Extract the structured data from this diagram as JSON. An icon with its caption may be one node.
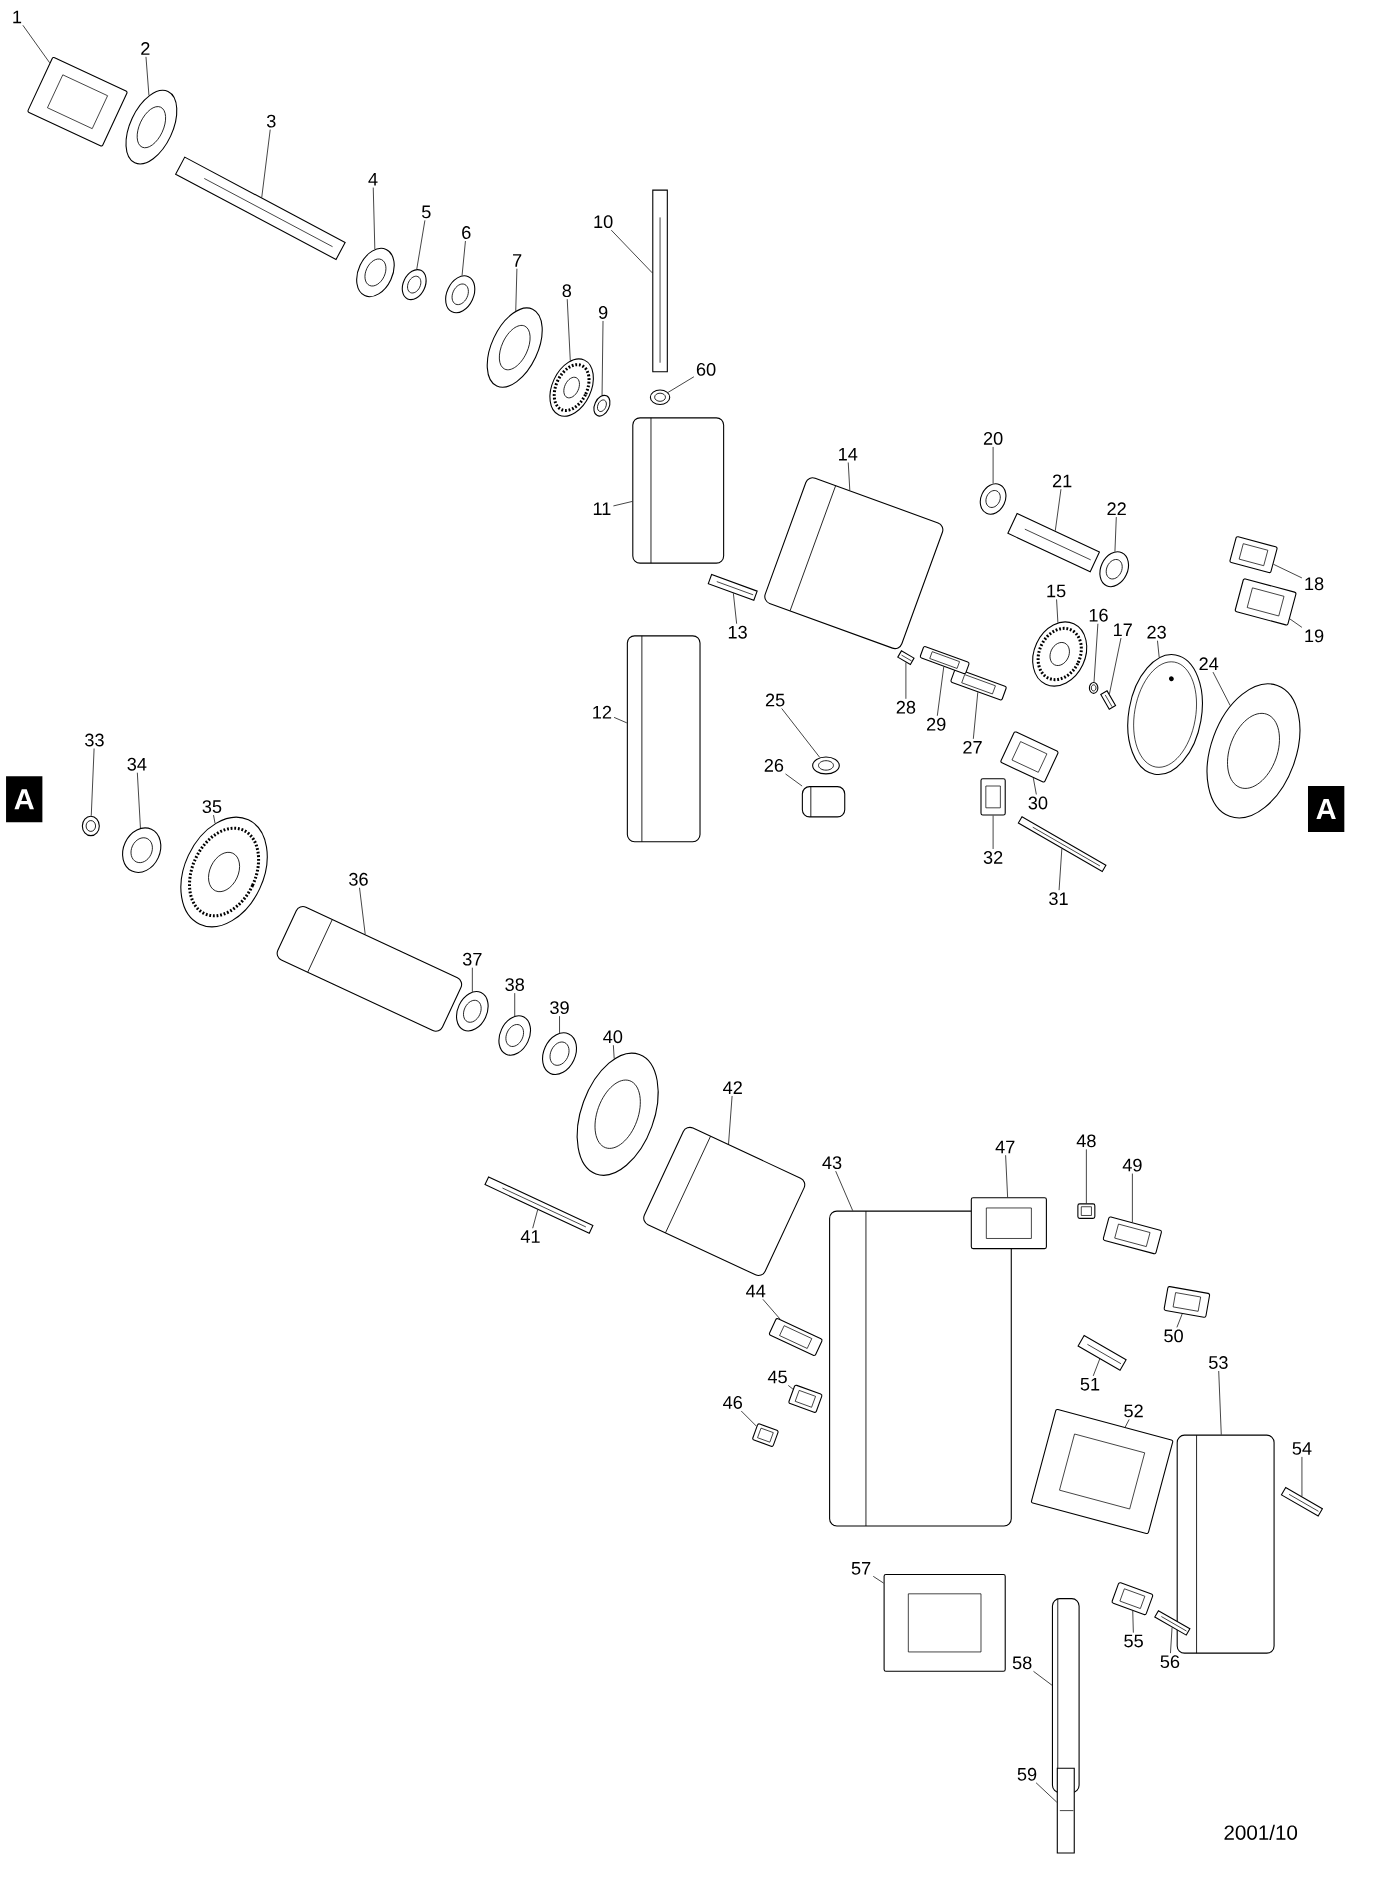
{
  "diagram": {
    "nodes": [
      {
        "text": [
          "A"
        ]
      },
      {
        "text": [
          "A"
        ]
      },
      {
        "text": [
          "1"
        ]
      },
      {
        "text": [],
        "shape": "picture"
      },
      {
        "text": [
          "2"
        ]
      },
      {
        "text": [],
        "shape": "picture"
      },
      {
        "text": [
          "3"
        ]
      },
      {
        "text": [],
        "shape": "picture"
      },
      {
        "text": [
          "4"
        ]
      },
      {
        "text": [],
        "shape": "picture"
      },
      {
        "text": [
          "5"
        ]
      },
      {
        "text": [],
        "shape": "picture"
      },
      {
        "text": [
          "6"
        ]
      },
      {
        "text": [],
        "shape": "picture"
      },
      {
        "text": [
          "7"
        ]
      },
      {
        "text": [],
        "shape": "picture"
      },
      {
        "text": [
          "8"
        ]
      },
      {
        "text": [],
        "shape": "picture"
      },
      {
        "text": [
          "9"
        ]
      },
      {
        "text": [],
        "shape": "picture"
      },
      {
        "text": [
          "10"
        ]
      },
      {
        "text": [],
        "shape": "picture"
      },
      {
        "text": [
          "11"
        ]
      },
      {
        "text": [],
        "shape": "picture"
      },
      {
        "text": [
          "12"
        ]
      },
      {
        "text": [],
        "shape": "picture"
      },
      {
        "text": [
          "13"
        ]
      },
      {
        "text": [],
        "shape": "picture"
      },
      {
        "text": [
          "14"
        ]
      },
      {
        "text": [],
        "shape": "picture"
      },
      {
        "text": [
          "15"
        ]
      },
      {
        "text": [],
        "shape": "picture"
      },
      {
        "text": [
          "16"
        ]
      },
      {
        "text": [],
        "shape": "picture"
      },
      {
        "text": [
          "17"
        ]
      },
      {
        "text": [],
        "shape": "picture"
      },
      {
        "text": [
          "18"
        ]
      },
      {
        "text": [],
        "shape": "picture"
      },
      {
        "text": [
          "19"
        ]
      },
      {
        "text": [],
        "shape": "picture"
      },
      {
        "text": [
          "20"
        ]
      },
      {
        "text": [],
        "shape": "picture"
      },
      {
        "text": [
          "21"
        ]
      },
      {
        "text": [],
        "shape": "picture"
      },
      {
        "text": [
          "22"
        ]
      },
      {
        "text": [],
        "shape": "picture"
      },
      {
        "text": [
          "23"
        ]
      },
      {
        "text": [],
        "shape": "picture"
      },
      {
        "text": [
          "24"
        ]
      },
      {
        "text": [],
        "shape": "picture"
      },
      {
        "text": [
          "25"
        ]
      },
      {
        "text": [],
        "shape": "picture"
      },
      {
        "text": [
          "26"
        ]
      },
      {
        "text": [],
        "shape": "picture"
      },
      {
        "text": [
          "27"
        ]
      },
      {
        "text": [],
        "shape": "picture"
      },
      {
        "text": [
          "28"
        ]
      },
      {
        "text": [],
        "shape": "picture"
      },
      {
        "text": [
          "29"
        ]
      },
      {
        "text": [],
        "shape": "picture"
      },
      {
        "text": [
          "30"
        ]
      },
      {
        "text": [],
        "shape": "picture"
      },
      {
        "text": [
          "31"
        ]
      },
      {
        "text": [],
        "shape": "picture"
      },
      {
        "text": [
          "32"
        ]
      },
      {
        "text": [],
        "shape": "picture"
      },
      {
        "text": [
          "33"
        ]
      },
      {
        "text": [],
        "shape": "picture"
      },
      {
        "text": [
          "34"
        ]
      },
      {
        "text": [],
        "shape": "picture"
      },
      {
        "text": [
          "35"
        ]
      },
      {
        "text": [],
        "shape": "picture"
      },
      {
        "text": [
          "36"
        ]
      },
      {
        "text": [],
        "shape": "picture"
      },
      {
        "text": [
          "37"
        ]
      },
      {
        "text": [],
        "shape": "picture"
      },
      {
        "text": [
          "38"
        ]
      },
      {
        "text": [],
        "shape": "picture"
      },
      {
        "text": [
          "39"
        ]
      },
      {
        "text": [],
        "shape": "picture"
      },
      {
        "text": [
          "40"
        ]
      },
      {
        "text": [],
        "shape": "picture"
      },
      {
        "text": [
          "41"
        ]
      },
      {
        "text": [],
        "shape": "picture"
      },
      {
        "text": [
          "42"
        ]
      },
      {
        "text": [],
        "shape": "picture"
      },
      {
        "text": [
          "43"
        ]
      },
      {
        "text": [],
        "shape": "picture"
      },
      {
        "text": [
          "44"
        ]
      },
      {
        "text": [],
        "shape": "picture"
      },
      {
        "text": [
          "45"
        ]
      },
      {
        "text": [],
        "shape": "picture"
      },
      {
        "text": [
          "46"
        ]
      },
      {
        "text": [],
        "shape": "picture"
      },
      {
        "text": [
          "47"
        ]
      },
      {
        "text": [],
        "shape": "picture"
      },
      {
        "text": [
          "48"
        ]
      },
      {
        "text": [],
        "shape": "picture"
      },
      {
        "text": [
          "49"
        ]
      },
      {
        "text": [],
        "shape": "picture"
      },
      {
        "text": [
          "50"
        ]
      },
      {
        "text": [],
        "shape": "picture"
      },
      {
        "text": [
          "51"
        ]
      },
      {
        "text": [],
        "shape": "picture"
      },
      {
        "text": [
          "52"
        ]
      },
      {
        "text": [],
        "shape": "picture"
      },
      {
        "text": [
          "53"
        ]
      },
      {
        "text": [],
        "shape": "picture"
      },
      {
        "text": [
          "54"
        ]
      },
      {
        "text": [],
        "shape": "picture"
      },
      {
        "text": [
          "55"
        ]
      },
      {
        "text": [],
        "shape": "picture"
      },
      {
        "text": [
          "56"
        ]
      },
      {
        "text": [],
        "shape": "picture"
      },
      {
        "text": [
          "57"
        ]
      },
      {
        "text": [],
        "shape": "picture"
      },
      {
        "text": [
          "58"
        ]
      },
      {
        "text": [],
        "shape": "picture"
      },
      {
        "text": [
          "59"
        ]
      },
      {
        "text": [],
        "shape": "picture"
      },
      {
        "text": [
          "60"
        ]
      },
      {
        "text": [],
        "shape": "picture"
      }
    ],
    "edges": [
      {
        "from": 2,
        "to": 3,
        "arrow": "none"
      },
      {
        "from": 4,
        "to": 5,
        "arrow": "none"
      },
      {
        "from": 6,
        "to": 7,
        "arrow": "none"
      },
      {
        "from": 8,
        "to": 9,
        "arrow": "none"
      },
      {
        "from": 10,
        "to": 11,
        "arrow": "none"
      },
      {
        "from": 12,
        "to": 13,
        "arrow": "none"
      },
      {
        "from": 14,
        "to": 15,
        "arrow": "none"
      },
      {
        "from": 16,
        "to": 17,
        "arrow": "none"
      },
      {
        "from": 18,
        "to": 19,
        "arrow": "none"
      },
      {
        "from": 20,
        "to": 21,
        "arrow": "none"
      },
      {
        "from": 22,
        "to": 23,
        "arrow": "none"
      },
      {
        "from": 24,
        "to": 25,
        "arrow": "none"
      },
      {
        "from": 26,
        "to": 27,
        "arrow": "none"
      },
      {
        "from": 28,
        "to": 29,
        "arrow": "none"
      },
      {
        "from": 30,
        "to": 31,
        "arrow": "none"
      },
      {
        "from": 32,
        "to": 33,
        "arrow": "none"
      },
      {
        "from": 34,
        "to": 35,
        "arrow": "none"
      },
      {
        "from": 36,
        "to": 37,
        "arrow": "none"
      },
      {
        "from": 38,
        "to": 39,
        "arrow": "none"
      },
      {
        "from": 40,
        "to": 41,
        "arrow": "none"
      },
      {
        "from": 42,
        "to": 43,
        "arrow": "none"
      },
      {
        "from": 44,
        "to": 45,
        "arrow": "none"
      },
      {
        "from": 46,
        "to": 47,
        "arrow": "none"
      },
      {
        "from": 48,
        "to": 49,
        "arrow": "none"
      },
      {
        "from": 50,
        "to": 51,
        "arrow": "none"
      },
      {
        "from": 52,
        "to": 53,
        "arrow": "none"
      },
      {
        "from": 54,
        "to": 55,
        "arrow": "none"
      },
      {
        "from": 56,
        "to": 57,
        "arrow": "none"
      },
      {
        "from": 58,
        "to": 59,
        "arrow": "none"
      },
      {
        "from": 60,
        "to": 61,
        "arrow": "none"
      },
      {
        "from": 62,
        "to": 63,
        "arrow": "none"
      },
      {
        "from": 64,
        "to": 65,
        "arrow": "none"
      },
      {
        "from": 66,
        "to": 67,
        "arrow": "none"
      },
      {
        "from": 68,
        "to": 69,
        "arrow": "none"
      },
      {
        "from": 70,
        "to": 71,
        "arrow": "none"
      },
      {
        "from": 72,
        "to": 73,
        "arrow": "none"
      },
      {
        "from": 74,
        "to": 75,
        "arrow": "none"
      },
      {
        "from": 76,
        "to": 77,
        "arrow": "none"
      },
      {
        "from": 78,
        "to": 79,
        "arrow": "none"
      },
      {
        "from": 80,
        "to": 81,
        "arrow": "none"
      },
      {
        "from": 82,
        "to": 83,
        "arrow": "none"
      },
      {
        "from": 84,
        "to": 85,
        "arrow": "none"
      },
      {
        "from": 86,
        "to": 87,
        "arrow": "none"
      },
      {
        "from": 88,
        "to": 89,
        "arrow": "none"
      },
      {
        "from": 90,
        "to": 91,
        "arrow": "none"
      },
      {
        "from": 92,
        "to": 93,
        "arrow": "none"
      },
      {
        "from": 94,
        "to": 95,
        "arrow": "none"
      },
      {
        "from": 96,
        "to": 97,
        "arrow": "none"
      },
      {
        "from": 98,
        "to": 99,
        "arrow": "none"
      },
      {
        "from": 100,
        "to": 101,
        "arrow": "none"
      },
      {
        "from": 102,
        "to": 103,
        "arrow": "none"
      },
      {
        "from": 104,
        "to": 105,
        "arrow": "none"
      },
      {
        "from": 106,
        "to": 107,
        "arrow": "none"
      },
      {
        "from": 108,
        "to": 109,
        "arrow": "none"
      },
      {
        "from": 110,
        "to": 111,
        "arrow": "none"
      },
      {
        "from": 112,
        "to": 113,
        "arrow": "none"
      },
      {
        "from": 114,
        "to": 115,
        "arrow": "none"
      },
      {
        "from": 116,
        "to": 117,
        "arrow": "none"
      },
      {
        "from": 118,
        "to": 119,
        "arrow": "none"
      },
      {
        "from": 120,
        "to": 121,
        "arrow": "none"
      }
    ],
    "labels": [
      "2001/10"
    ]
  }
}
